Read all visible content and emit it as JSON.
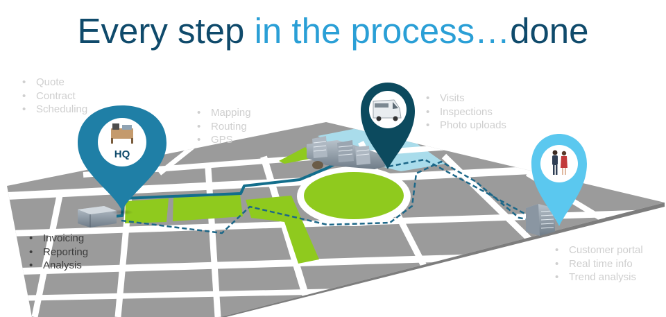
{
  "title": {
    "part1": "Every step ",
    "part2": "in the process…",
    "part3": "done"
  },
  "pins": {
    "hq": {
      "label": "HQ",
      "color": "#1f7fa6"
    },
    "field": {
      "label": "",
      "color": "#0c4a5e"
    },
    "customer": {
      "label": "",
      "color": "#5bc8ef"
    }
  },
  "lists": {
    "sales": [
      "Quote",
      "Contract",
      "Scheduling"
    ],
    "navigation": [
      "Mapping",
      "Routing",
      "GPS"
    ],
    "field": [
      "Visits",
      "Inspections",
      "Photo uploads"
    ],
    "office": [
      "Invoicing",
      "Reporting",
      "Analysis"
    ],
    "customer": [
      "Customer portal",
      "Real time info",
      "Trend analysis"
    ]
  },
  "colors": {
    "title_dark": "#0f4a6b",
    "title_accent": "#2a9fd6",
    "map_ground": "#9b9b9b",
    "road": "#ffffff",
    "park": "#8fca1e",
    "water": "#a9dceb",
    "route_solid": "#136e8c",
    "route_dashed": "#1c6788"
  }
}
